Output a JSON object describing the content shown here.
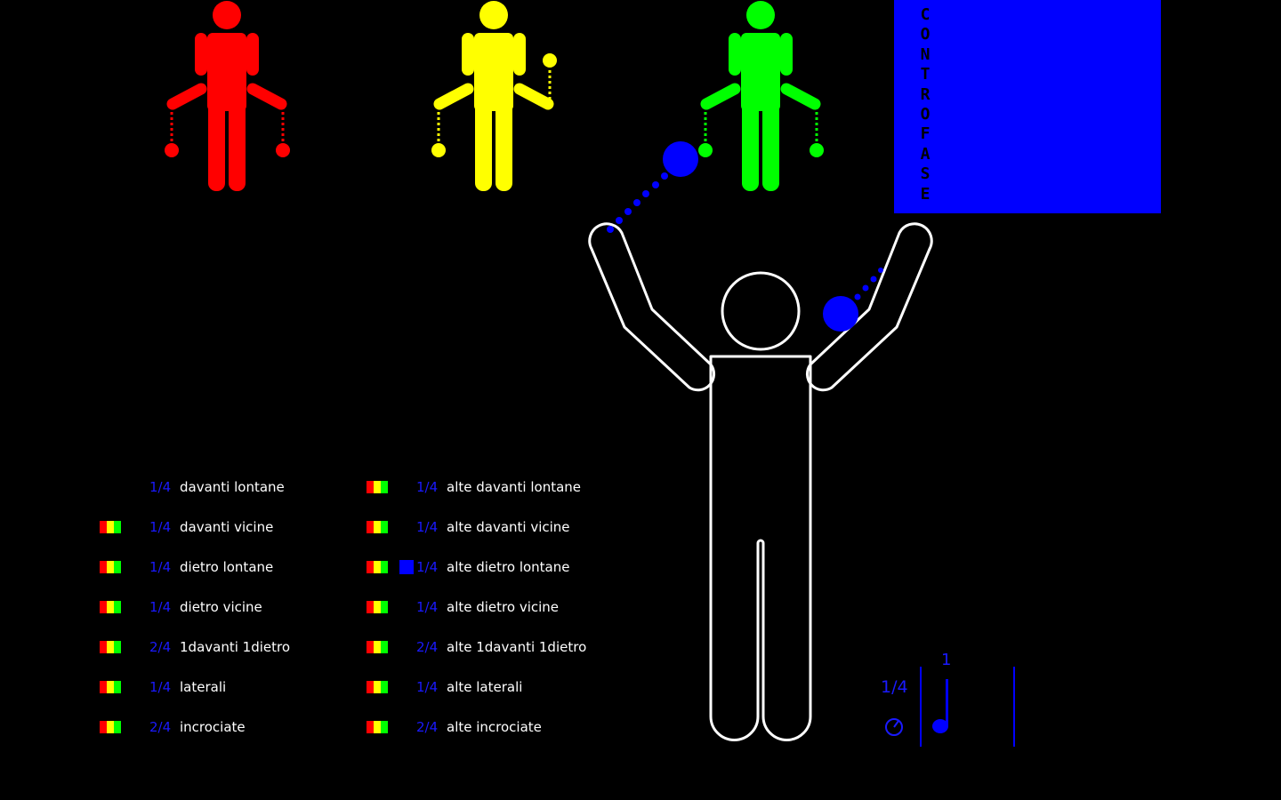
{
  "banner": {
    "letters": [
      "C",
      "O",
      "N",
      "T",
      "R",
      "O",
      "F",
      "A",
      "S",
      "E"
    ]
  },
  "colors": {
    "red": "#ff0000",
    "yellow": "#ffff00",
    "green": "#00ff00",
    "blue": "#0000ff",
    "white": "#ffffff"
  },
  "left_column": [
    {
      "fraction": "1/4",
      "label": "davanti lontane",
      "swatch": false
    },
    {
      "fraction": "1/4",
      "label": "davanti vicine",
      "swatch": true
    },
    {
      "fraction": "1/4",
      "label": "dietro lontane",
      "swatch": true
    },
    {
      "fraction": "1/4",
      "label": "dietro vicine",
      "swatch": true
    },
    {
      "fraction": "2/4",
      "label": "1davanti 1dietro",
      "swatch": true
    },
    {
      "fraction": "1/4",
      "label": "laterali",
      "swatch": true
    },
    {
      "fraction": "2/4",
      "label": "incrociate",
      "swatch": true
    }
  ],
  "right_column": [
    {
      "fraction": "1/4",
      "label": "alte davanti lontane",
      "swatch": true
    },
    {
      "fraction": "1/4",
      "label": "alte davanti vicine",
      "swatch": true
    },
    {
      "fraction": "1/4",
      "label": "alte dietro lontane",
      "swatch": true,
      "selected": true
    },
    {
      "fraction": "1/4",
      "label": "alte dietro vicine",
      "swatch": true
    },
    {
      "fraction": "2/4",
      "label": "alte 1davanti 1dietro",
      "swatch": true
    },
    {
      "fraction": "1/4",
      "label": "alte laterali",
      "swatch": true
    },
    {
      "fraction": "2/4",
      "label": "alte incrociate",
      "swatch": true
    }
  ],
  "tempo": {
    "fraction": "1/4",
    "beat": "1",
    "icons": [
      "metronome-icon",
      "quarter-note-icon"
    ]
  }
}
